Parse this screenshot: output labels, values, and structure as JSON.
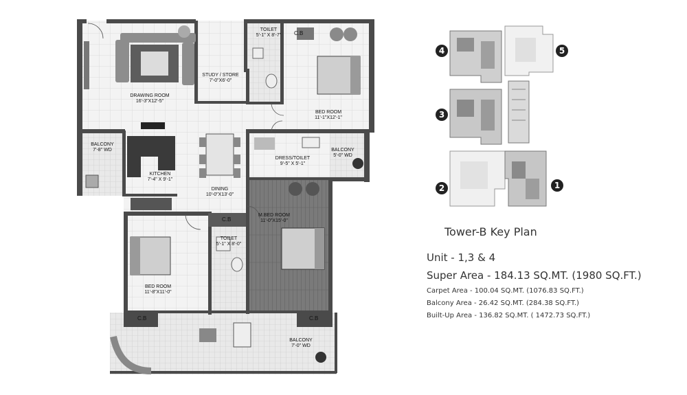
{
  "rooms": [
    {
      "id": "drawing",
      "name": "DRAWING ROOM",
      "dim": "16'-3\"X12'-5\""
    },
    {
      "id": "study",
      "name": "STUDY / STORE",
      "dim": "7'-0\"X6'-0\""
    },
    {
      "id": "toilet1",
      "name": "TOILET",
      "dim": "5'-1\" X 8'-7\""
    },
    {
      "id": "bed1",
      "name": "BED ROOM",
      "dim": "11'-1\"X12'-1\""
    },
    {
      "id": "balconyw",
      "name": "BALCONY",
      "dim": "7'-8\" WD"
    },
    {
      "id": "kitchen",
      "name": "KITCHEN",
      "dim": "7'-4\" X 9'-1\""
    },
    {
      "id": "dining",
      "name": "DINING",
      "dim": "10'-0\"X13'-0\""
    },
    {
      "id": "dress",
      "name": "DRESS/TOILET",
      "dim": "9'-5\" X 5'-1\""
    },
    {
      "id": "balconye",
      "name": "BALCONY",
      "dim": "5'-0\" WD"
    },
    {
      "id": "mbed",
      "name": "M.BED ROOM",
      "dim": "11'-0\"X15'-0\""
    },
    {
      "id": "toilet2",
      "name": "TOILET",
      "dim": "5'-1\" X 8'-0\""
    },
    {
      "id": "bed2",
      "name": "BED ROOM",
      "dim": "11'-8\"X11'-0\""
    },
    {
      "id": "balconys",
      "name": "BALCONY",
      "dim": "7'-0\" WD"
    }
  ],
  "cb_labels": [
    "C.B",
    "C.B",
    "C.B",
    "C.B"
  ],
  "key_plan": {
    "title": "Tower-B Key Plan",
    "markers": [
      "1",
      "2",
      "3",
      "4",
      "5"
    ]
  },
  "unit_info": {
    "unit": "Unit - 1,3 & 4",
    "super_area": "Super Area - 184.13 SQ.MT. (1980 SQ.FT.)",
    "carpet_area": "Carpet Area - 100.04 SQ.MT. (1076.83 SQ.FT.)",
    "balcony_area": "Balcony Area - 26.42 SQ.MT. (284.38 SQ.FT.)",
    "built_up_area": "Built-Up Area - 136.82 SQ.MT. ( 1472.73 SQ.FT.)"
  }
}
